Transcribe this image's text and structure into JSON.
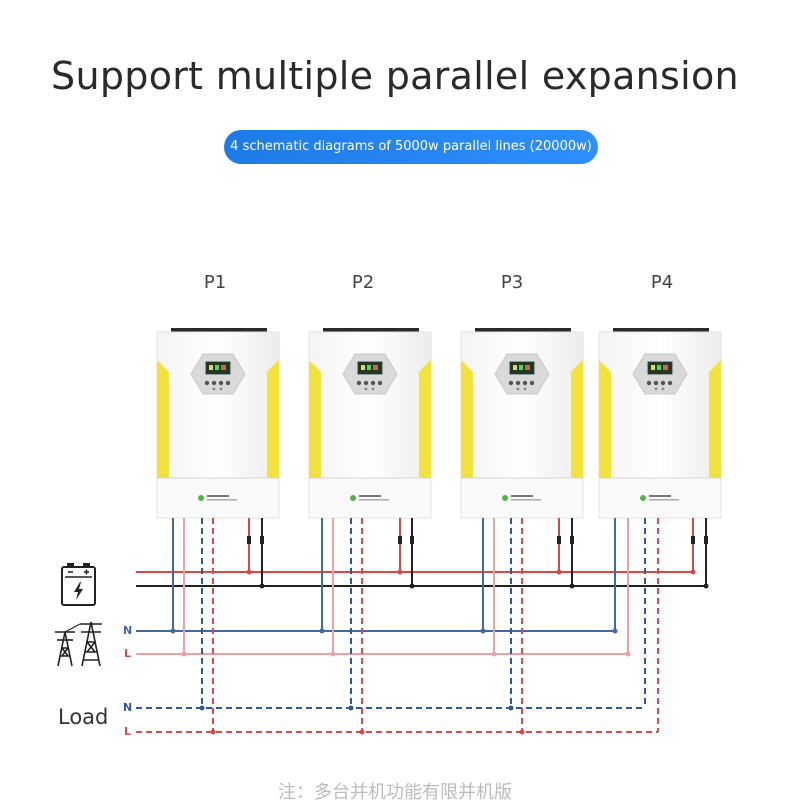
{
  "title": "Support multiple parallel expansion",
  "subtitle": "4 schematic diagrams of 5000w parallel lines (20000w)",
  "units": [
    {
      "label": "P1"
    },
    {
      "label": "P2"
    },
    {
      "label": "P3"
    },
    {
      "label": "P4"
    }
  ],
  "grid": {
    "n_label": "N",
    "l_label": "L"
  },
  "load": {
    "label": "Load",
    "n_label": "N",
    "l_label": "L"
  },
  "footnote": "注：多台并机功能有限并机版",
  "icons": {
    "battery": "battery-icon",
    "grid": "power-tower-icon",
    "logo": "leaf-logo-icon"
  },
  "colors": {
    "battery_pos": "#d84848",
    "battery_neg": "#222222",
    "grid_n": "#3c6ba6",
    "grid_l": "#e8a3a3",
    "load_n": "#2f5897",
    "load_l": "#d94a4a",
    "accent_yellow": "#f2e23a",
    "pill_blue": "#1e7be6"
  }
}
